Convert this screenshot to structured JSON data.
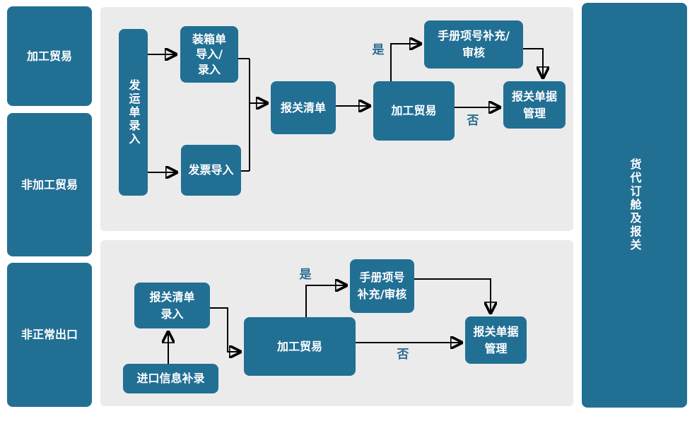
{
  "colors": {
    "node_blue": "#226f94",
    "panel_gray": "#ebebeb",
    "label_blue": "#2d6e92",
    "arrow_black": "#000000",
    "text_white": "#ffffff",
    "page_bg": "#ffffff"
  },
  "lanes": {
    "left": [
      {
        "label": "加工贸易"
      },
      {
        "label": "非加工贸易"
      },
      {
        "label": "非正常出口"
      }
    ],
    "right": {
      "label": "货代订舱及报关"
    }
  },
  "top_flow": {
    "shipping_order_entry": "发运单录入",
    "packing_list_import": "装箱单\n导入/\n录入",
    "invoice_import": "发票导入",
    "declaration_list": "报关清单",
    "processing_trade": "加工贸易",
    "manual_item_supplement": "手册项号补充/\n审核",
    "declaration_doc_management": "报关单据\n管理",
    "yes_label": "是",
    "no_label": "否"
  },
  "bottom_flow": {
    "declaration_list_entry": "报关清单\n录入",
    "import_info_supplement": "进口信息补录",
    "processing_trade": "加工贸易",
    "manual_item_supplement": "手册项号\n补充/审核",
    "declaration_doc_management": "报关单据\n管理",
    "yes_label": "是",
    "no_label": "否"
  }
}
